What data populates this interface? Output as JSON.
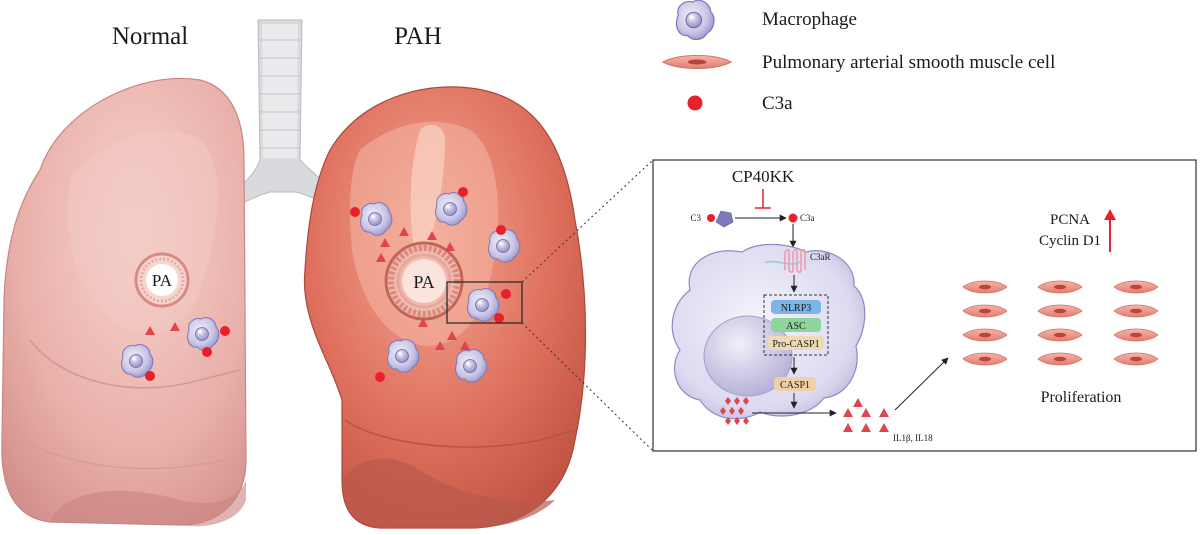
{
  "labels": {
    "normal": "Normal",
    "pah": "PAH",
    "pa_left": "PA",
    "pa_right": "PA"
  },
  "legend": {
    "macrophage": "Macrophage",
    "pasmc": "Pulmonary arterial smooth muscle cell",
    "c3a": "C3a"
  },
  "pathway": {
    "inhibitor": "CP40KK",
    "c3": "C3",
    "c3a": "C3a",
    "receptor": "C3aR",
    "nlrp3": "NLRP3",
    "asc": "ASC",
    "pro_casp1": "Pro-CASP1",
    "casp1": "CASP1",
    "cytokines": "IL1β, IL18",
    "pcna": "PCNA",
    "cyclin": "Cyclin D1",
    "proliferation": "Proliferation"
  },
  "colors": {
    "c3a_dot": "#e8202a",
    "cytokine": "#e0444c",
    "normal_lung": "#e8a8a4",
    "pah_lung": "#d9604e",
    "nlrp3_box": "#7cb6e6",
    "asc_box": "#8fd49a",
    "pro_casp1_box": "#f0d9b5",
    "casp1_box": "#f0d0a8"
  }
}
